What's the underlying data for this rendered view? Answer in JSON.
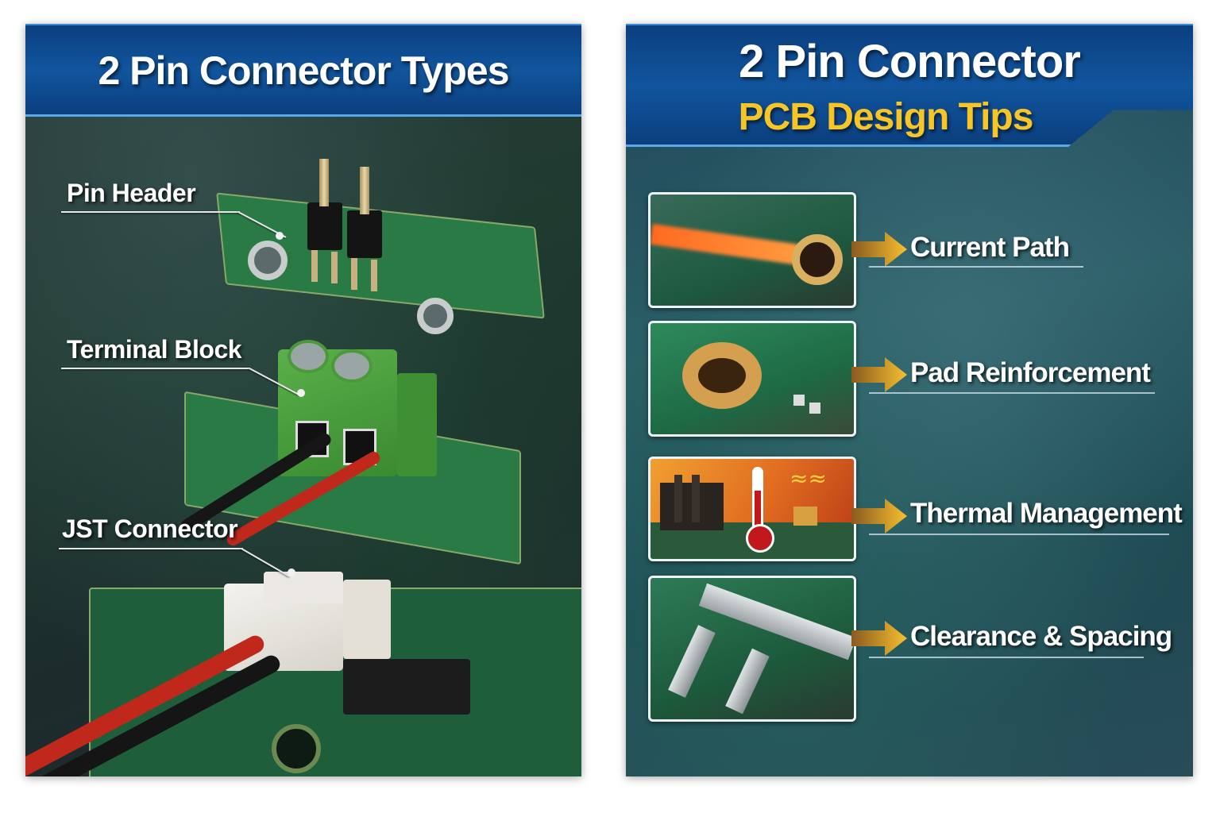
{
  "left_panel": {
    "title": "2 Pin Connector Types",
    "connectors": [
      {
        "label": "Pin Header",
        "icon": "pin-header-image"
      },
      {
        "label": "Terminal Block",
        "icon": "terminal-block-image"
      },
      {
        "label": "JST Connector",
        "icon": "jst-connector-image"
      }
    ]
  },
  "right_panel": {
    "title": "2 Pin Connector",
    "subtitle": "PCB Design Tips",
    "tips": [
      {
        "label": "Current Path",
        "icon": "current-path-image"
      },
      {
        "label": "Pad Reinforcement",
        "icon": "pad-reinforcement-image"
      },
      {
        "label": "Thermal Management",
        "icon": "thermal-management-image"
      },
      {
        "label": "Clearance & Spacing",
        "icon": "clearance-spacing-image"
      }
    ]
  },
  "colors": {
    "banner_blue": "#11559e",
    "subtitle_yellow": "#f6c526",
    "arrow_gold": "#f0b020",
    "pcb_green": "#2a7a46"
  }
}
